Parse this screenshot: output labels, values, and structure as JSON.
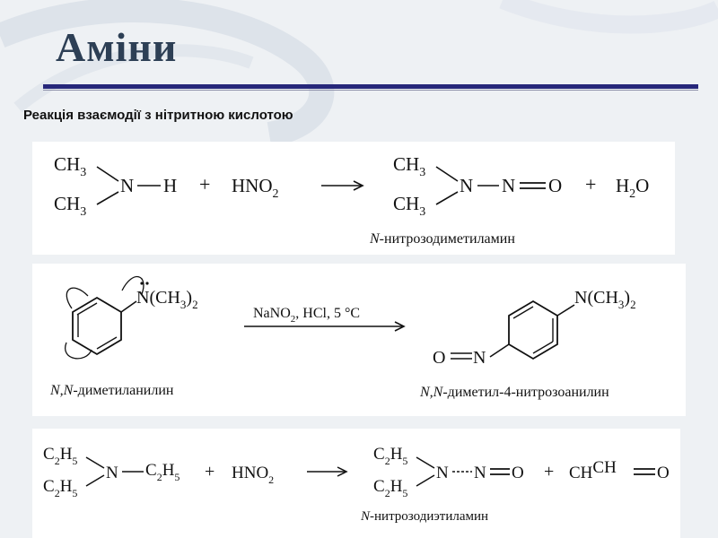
{
  "slide": {
    "title": "Аміни",
    "subtitle": "Реакція взаємодії з нітритною кислотою"
  },
  "reaction1": {
    "ch3": "CH",
    "sub3": "3",
    "n": "N",
    "h": "H",
    "plus": "+",
    "hno": "HNO",
    "sub2": "2",
    "n2": "N",
    "eq_o": "O",
    "h2": "H",
    "o": "O",
    "caption_italic": "N",
    "caption_rest": "-нитрозодиметиламин"
  },
  "reaction2": {
    "amine_group": "N(CH",
    "amine_close": ")",
    "sub3": "3",
    "sub2": "2",
    "reagents": "NaNO",
    "reagents_rest": ", HCl, 5 °C",
    "o_n": "O",
    "n": "N",
    "caption_left_italic": "N,N",
    "caption_left_rest": "-диметиланилин",
    "caption_right_italic": "N,N",
    "caption_right_rest": "-диметил-4-нитрозоанилин"
  },
  "reaction3": {
    "c": "C",
    "h": "H",
    "sub2": "2",
    "sub5": "5",
    "n": "N",
    "plus": "+",
    "hno": "HNO",
    "o": "O",
    "ch3ch": "CH",
    "ch_mid": "CH",
    "caption_italic": "N",
    "caption_rest": "-нитрозодиэтиламин"
  },
  "colors": {
    "title": "#2d3f55",
    "rule": "#26277a",
    "background": "#eef1f4",
    "panel": "#ffffff"
  }
}
